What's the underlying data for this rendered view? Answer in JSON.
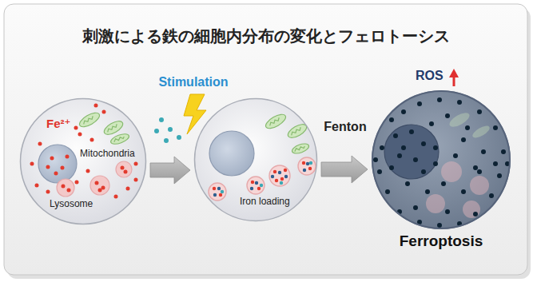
{
  "diagram": {
    "title": "刺激による鉄の細胞内分布の変化とフェロトーシス",
    "nodes": [
      {
        "text": [
          "Fe²⁺",
          "Mitochondria",
          "Lysosome"
        ]
      },
      {
        "text": [
          "Iron loading"
        ]
      },
      {
        "text": [
          "Ferroptosis"
        ]
      }
    ],
    "edges": [
      {
        "from": 0,
        "to": 1,
        "arrow": "to",
        "label": "Stimulation"
      },
      {
        "from": 1,
        "to": 2,
        "arrow": "to",
        "label": "Fenton"
      }
    ],
    "labels": [
      "ROS"
    ]
  }
}
